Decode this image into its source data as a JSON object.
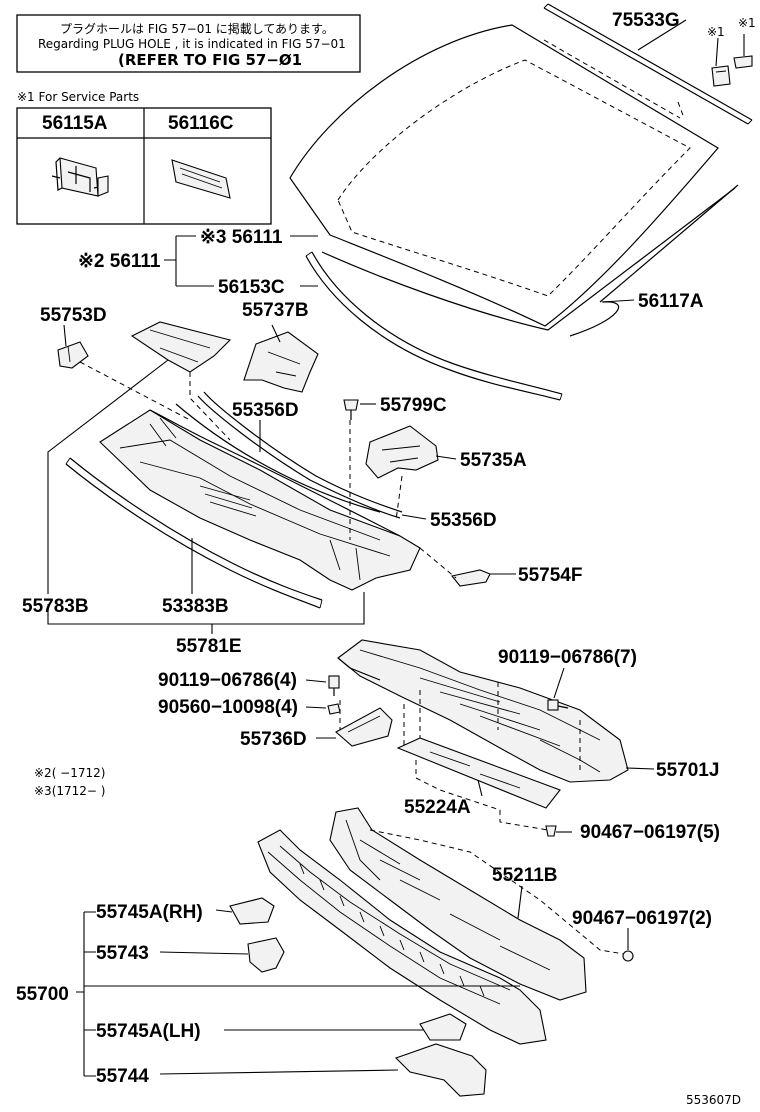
{
  "notice": {
    "line1": "プラグホールは FIG 57−01 に掲載してあります。",
    "line2": "Regarding PLUG HOLE , it is indicated in FIG 57−01",
    "line3": "(REFER TO FIG 57−Ø1"
  },
  "service_parts": {
    "title": "※1 For Service Parts",
    "columns": [
      "56115A",
      "56116C"
    ]
  },
  "labels": {
    "p75533G": "75533G",
    "mark1a": "※1",
    "mark1b": "※1",
    "p56111_3": "※3 56111",
    "p56111_2": "※2 56111",
    "p56153C": "56153C",
    "p56117A": "56117A",
    "p55753D": "55753D",
    "p55737B": "55737B",
    "p55356D_a": "55356D",
    "p55799C": "55799C",
    "p55735A": "55735A",
    "p55356D_b": "55356D",
    "p55754F": "55754F",
    "p55783B": "55783B",
    "p53383B": "53383B",
    "p55781E": "55781E",
    "p90119_4": "90119−06786(4)",
    "p90560_4": "90560−10098(4)",
    "p90119_7": "90119−06786(7)",
    "p55736D": "55736D",
    "p55701J": "55701J",
    "p55224A": "55224A",
    "p90467_5": "90467−06197(5)",
    "p55211B": "55211B",
    "p90467_2": "90467−06197(2)",
    "p55745A_RH": "55745A(RH)",
    "p55743": "55743",
    "p55700": "55700",
    "p55745A_LH": "55745A(LH)",
    "p55744": "55744"
  },
  "footnotes": {
    "n2": "※2(  −1712)",
    "n3": "※3(1712−  )"
  },
  "figure_code": "553607D"
}
